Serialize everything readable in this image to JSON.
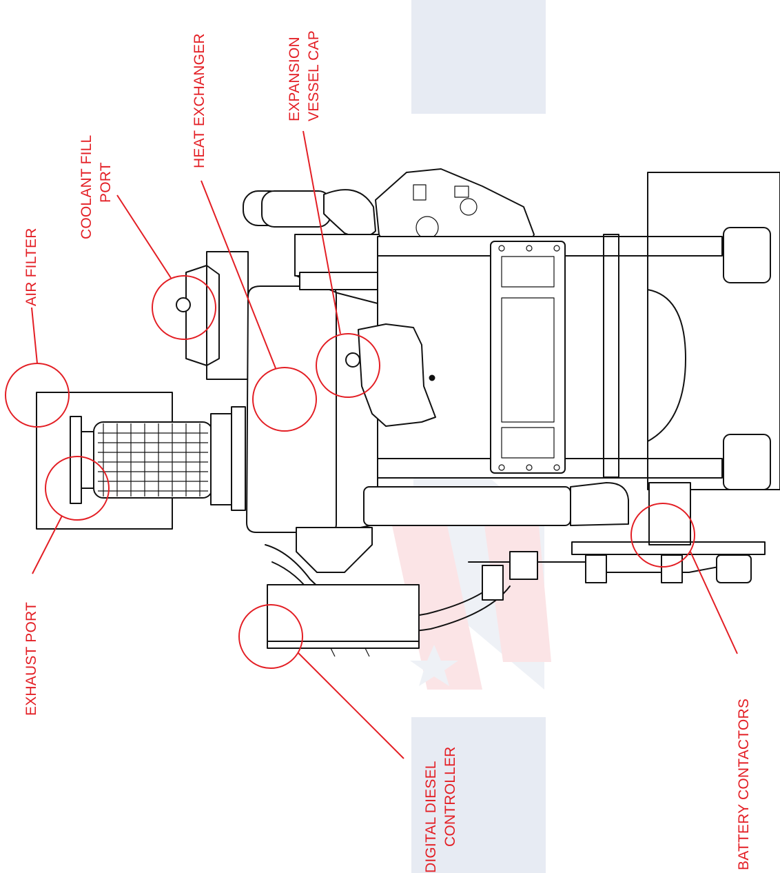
{
  "colors": {
    "callout": "#e31e24",
    "linework": "#111111",
    "watermark_blue": "#e7ebf3",
    "watermark_red": "#fbe4e6",
    "background": "#ffffff"
  },
  "callouts": [
    {
      "id": "air-filter",
      "lines": [
        "AIR FILTER"
      ]
    },
    {
      "id": "coolant-fill-port",
      "lines": [
        "COOLANT FILL",
        "PORT"
      ]
    },
    {
      "id": "heat-exchanger",
      "lines": [
        "HEAT EXCHANGER"
      ]
    },
    {
      "id": "expansion-vessel-cap",
      "lines": [
        "EXPANSION",
        "VESSEL CAP"
      ]
    },
    {
      "id": "exhaust-port",
      "lines": [
        "EXHAUST PORT"
      ]
    },
    {
      "id": "digital-diesel-controller",
      "lines": [
        "DIGITAL DIESEL",
        "CONTROLLER"
      ]
    },
    {
      "id": "battery-contactors",
      "lines": [
        "BATTERY CONTACTORS"
      ]
    }
  ]
}
